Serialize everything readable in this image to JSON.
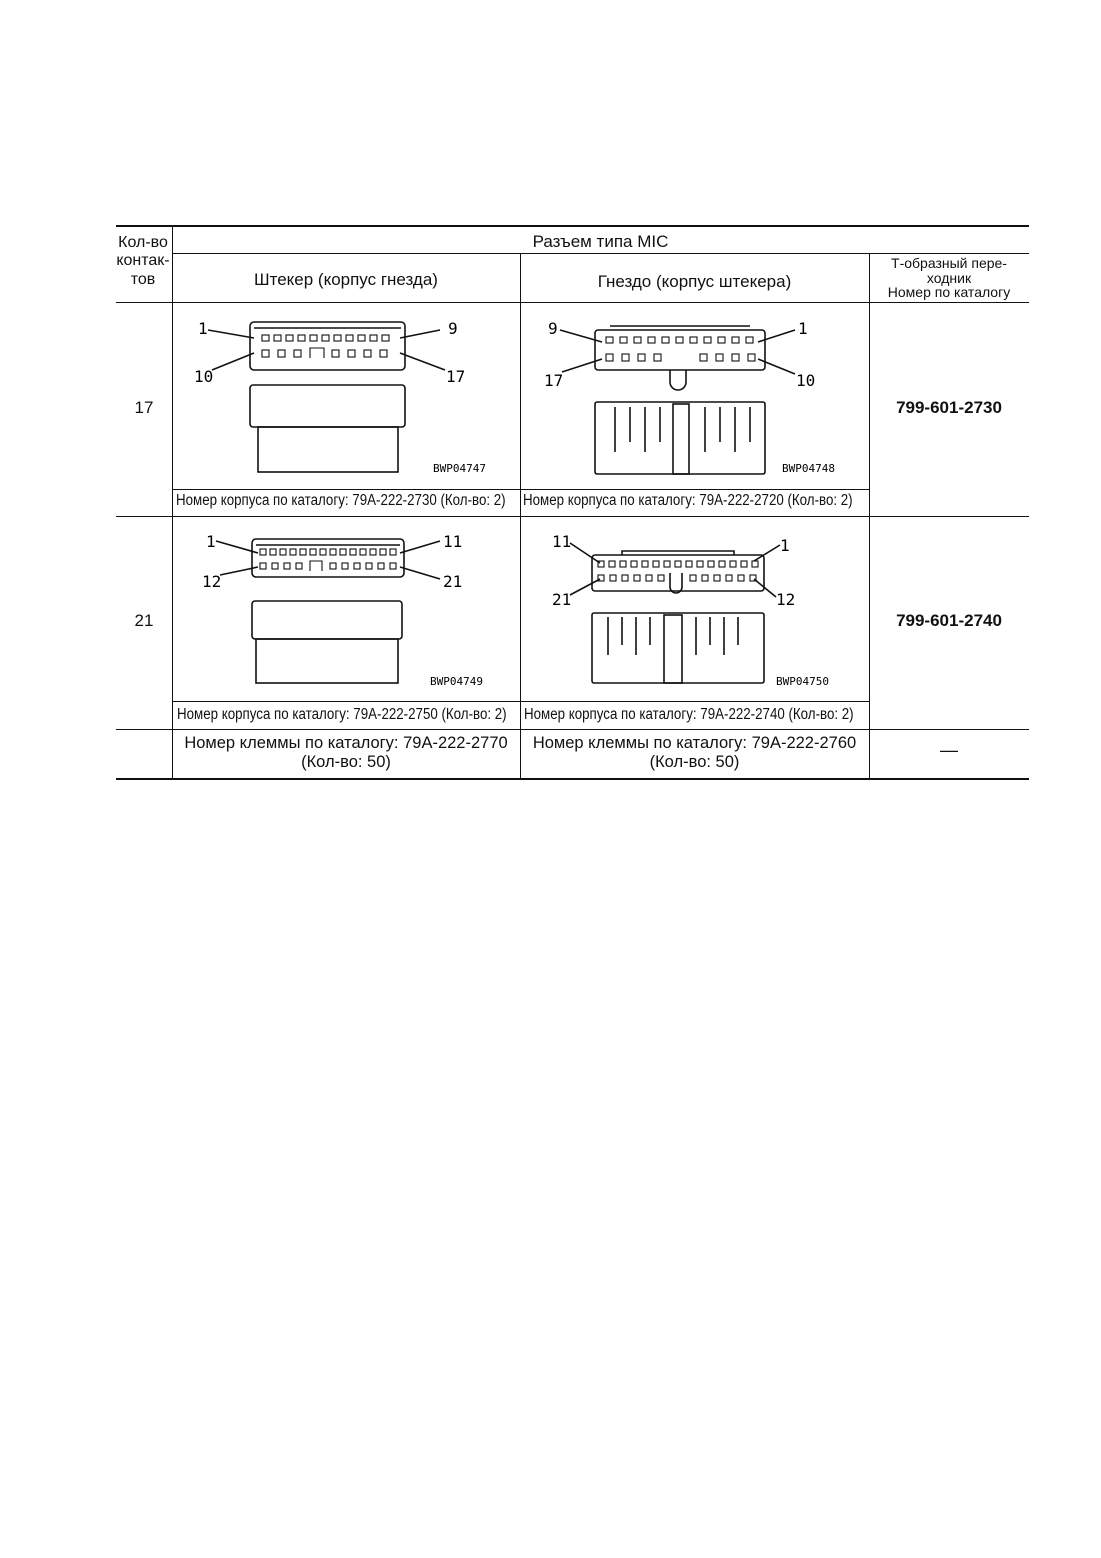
{
  "table": {
    "header": {
      "count_line1": "Кол-во",
      "count_line2": "контак-",
      "count_line3": "тов",
      "group_title": "Разъем типа MIC",
      "plug_header": "Штекер (корпус гнезда)",
      "socket_header": "Гнездо (корпус штекера)",
      "adapter_line1": "Т-образный пере-",
      "adapter_line2": "ходник",
      "adapter_line3": "Номер по каталогу"
    },
    "rows": [
      {
        "count": "17",
        "plug_fig": {
          "code": "BWP04747",
          "pin_tl": "1",
          "pin_tr": "9",
          "pin_bl": "10",
          "pin_br": "17"
        },
        "socket_fig": {
          "code": "BWP04748",
          "pin_tl": "9",
          "pin_tr": "1",
          "pin_bl": "17",
          "pin_br": "10"
        },
        "plug_caption": "Номер корпуса по каталогу: 79А-222-2730 (Кол-во: 2)",
        "socket_caption": "Номер корпуса по каталогу: 79А-222-2720 (Кол-во: 2)",
        "adapter": "799-601-2730"
      },
      {
        "count": "21",
        "plug_fig": {
          "code": "BWP04749",
          "pin_tl": "1",
          "pin_tr": "11",
          "pin_bl": "12",
          "pin_br": "21"
        },
        "socket_fig": {
          "code": "BWP04750",
          "pin_tl": "11",
          "pin_tr": "1",
          "pin_bl": "21",
          "pin_br": "12"
        },
        "plug_caption": "Номер корпуса по каталогу: 79А-222-2750 (Кол-во: 2)",
        "socket_caption": "Номер корпуса по каталогу: 79А-222-2740 (Кол-во: 2)",
        "adapter": "799-601-2740"
      }
    ],
    "terminals": {
      "plug_line1": "Номер клеммы по каталогу: 79А-222-2770",
      "plug_line2": "(Кол-во: 50)",
      "socket_line1": "Номер клеммы по каталогу: 79А-222-2760",
      "socket_line2": "(Кол-во: 50)",
      "adapter": "—"
    }
  }
}
